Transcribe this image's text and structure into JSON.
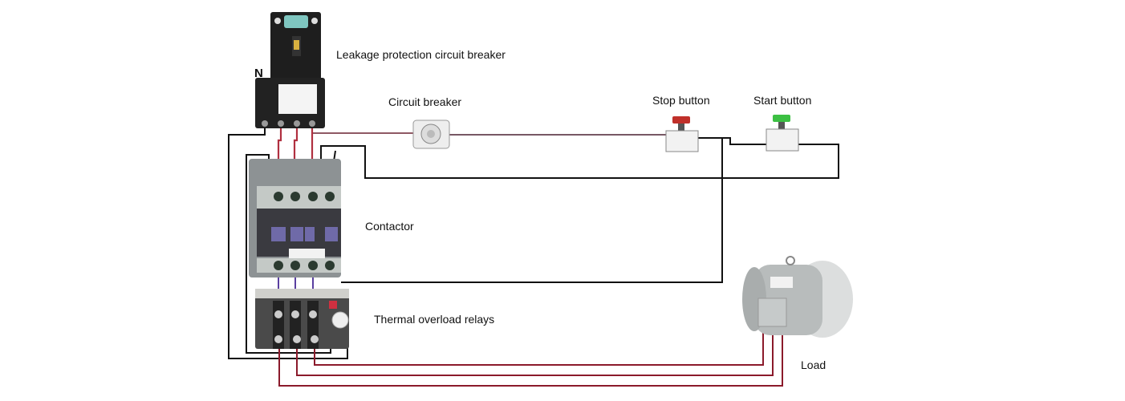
{
  "labels": {
    "leakage_breaker": "Leakage protection circuit breaker",
    "neutral": "N",
    "circuit_breaker": "Circuit breaker",
    "stop_button": "Stop button",
    "start_button": "Start button",
    "contactor": "Contactor",
    "thermal_relay": "Thermal overload relays",
    "load": "Load"
  },
  "colors": {
    "phase_wire": "#8b1a2b",
    "control_wire": "#111111",
    "link_wire": "#5a3fa0",
    "stop_button": "#c0302a",
    "start_button": "#3cc043",
    "device_body": "#2a2a2a",
    "contactor_body": "#a9aeb0",
    "motor_body": "#c8cccc"
  }
}
